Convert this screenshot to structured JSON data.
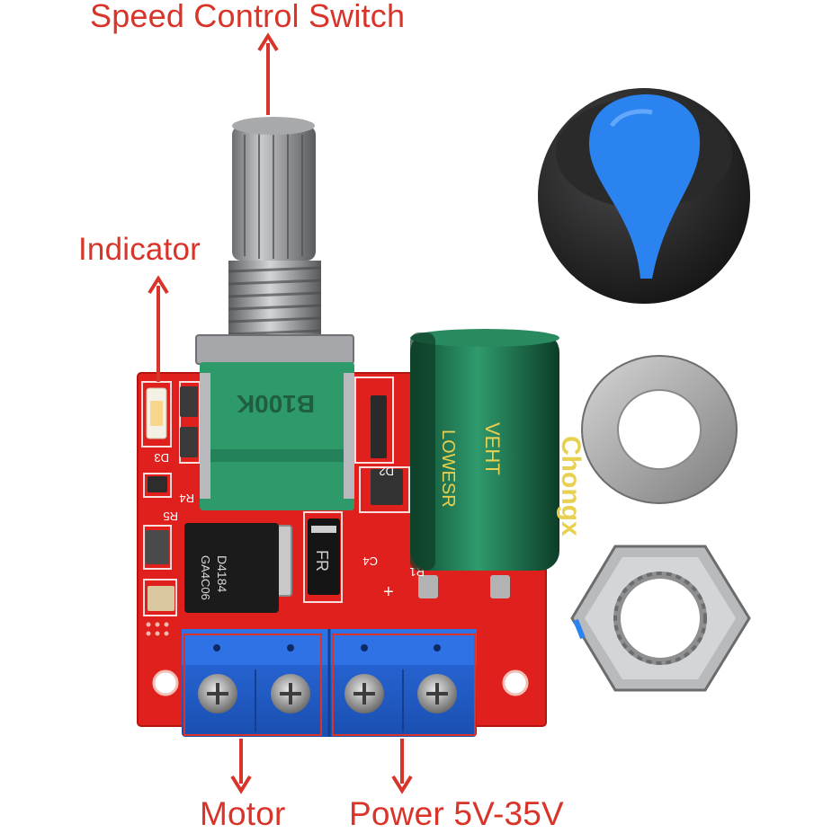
{
  "labels": {
    "speed_control": "Speed Control Switch",
    "indicator": "Indicator",
    "motor": "Motor",
    "power": "Power  5V-35V"
  },
  "board_markings": {
    "pot_code": "B100K",
    "capacitor_brand": "Chongx",
    "capacitor_series_a": "VEHT",
    "capacitor_series_b": "LOWESR",
    "mosfet_line1": "D4184",
    "mosfet_line2": "GA4C06",
    "diode_code": "FR",
    "silk_d3": "D3",
    "silk_r4": "R4",
    "silk_r5": "R5",
    "silk_d2": "D2",
    "silk_c4": "C4",
    "silk_r1": "R1",
    "silk_plus": "+"
  },
  "colors": {
    "annotation": "#d8342a",
    "pcb": "#e0201c",
    "terminal": "#1f5fd0",
    "pot_body": "#2e9a6a",
    "capacitor": "#1d7a52",
    "knob_cap": "#2b83f0"
  },
  "icons": [
    "arrow-up-icon",
    "arrow-down-icon"
  ]
}
